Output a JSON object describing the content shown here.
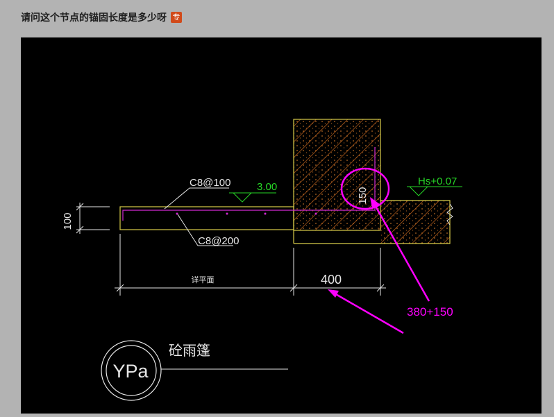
{
  "header": {
    "title": "请问这个节点的锚固长度是多少呀",
    "badge": "专"
  },
  "drawing": {
    "labels": {
      "rebar_top": "C8@100",
      "rebar_bottom": "C8@200",
      "elev_left": "3.00",
      "elev_right": "Hs+0.07",
      "thickness": "100",
      "anchor_dim": "150",
      "span_label": "详平面",
      "width_dim": "400",
      "annotation": "380+150",
      "symbol": "YPa",
      "symbol_title": "砼雨篷"
    },
    "colors": {
      "background": "#000000",
      "line": "#e6e6e6",
      "wall": "#d8cc4a",
      "rebar": "#d22ad2",
      "elevation": "#26d626",
      "annotation": "#ff00ff",
      "hatch": "#c0641e"
    }
  }
}
